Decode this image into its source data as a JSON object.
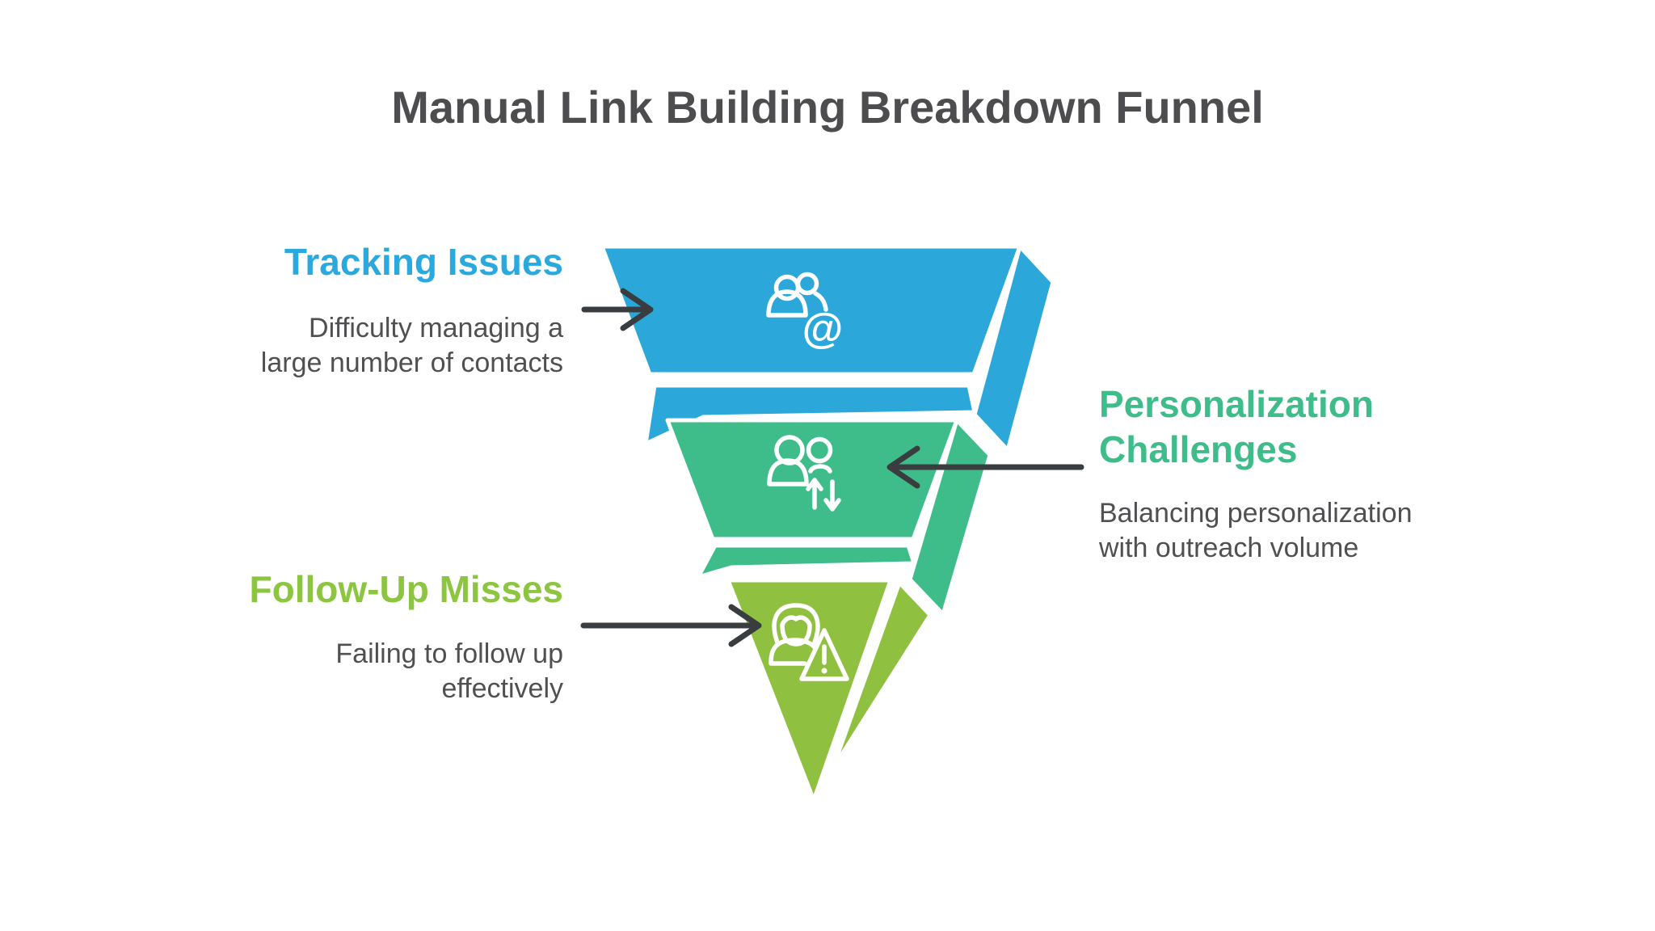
{
  "title": "Manual Link Building Breakdown Funnel",
  "colors": {
    "background": "#ffffff",
    "title_text": "#4d4d4f",
    "body_text": "#505052",
    "arrow": "#3a3d40",
    "icon_stroke": "#ffffff",
    "gap_stroke": "#ffffff"
  },
  "funnel": {
    "tiers": [
      {
        "name": "tracking-issues",
        "heading_lines": [
          "Tracking Issues"
        ],
        "description_lines": [
          "Difficulty managing a",
          "large number of contacts"
        ],
        "fill": "#2ba7da",
        "heading_color": "#29a9de",
        "icon": "contacts-email-icon",
        "label_side": "left"
      },
      {
        "name": "personalization-challenges",
        "heading_lines": [
          "Personalization",
          "Challenges"
        ],
        "description_lines": [
          "Balancing personalization",
          "with outreach volume"
        ],
        "fill": "#3ebd8a",
        "heading_color": "#3ebd8a",
        "icon": "people-sort-icon",
        "label_side": "right"
      },
      {
        "name": "follow-up-misses",
        "heading_lines": [
          "Follow-Up Misses"
        ],
        "description_lines": [
          "Failing to follow up",
          "effectively"
        ],
        "fill": "#90c040",
        "heading_color": "#8cc53f",
        "icon": "person-warning-icon",
        "label_side": "left"
      }
    ]
  },
  "icon_glyphs": {
    "at_symbol": "@"
  }
}
